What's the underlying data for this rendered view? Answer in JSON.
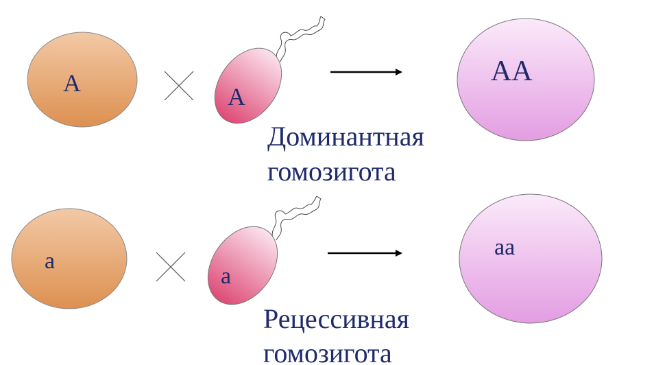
{
  "rows": [
    {
      "egg_label": "A",
      "sperm_label": "A",
      "zygote_label": "AA",
      "caption_line1": "Доминантная",
      "caption_line2": "гомозигота"
    },
    {
      "egg_label": "a",
      "sperm_label": "a",
      "zygote_label": "aa",
      "caption_line1": "Рецессивная",
      "caption_line2": "гомозигота"
    }
  ],
  "colors": {
    "egg": "#e59a5c",
    "sperm": "#e24d7a",
    "zygote": "#e8a6e6",
    "text": "#1f2a6b"
  }
}
